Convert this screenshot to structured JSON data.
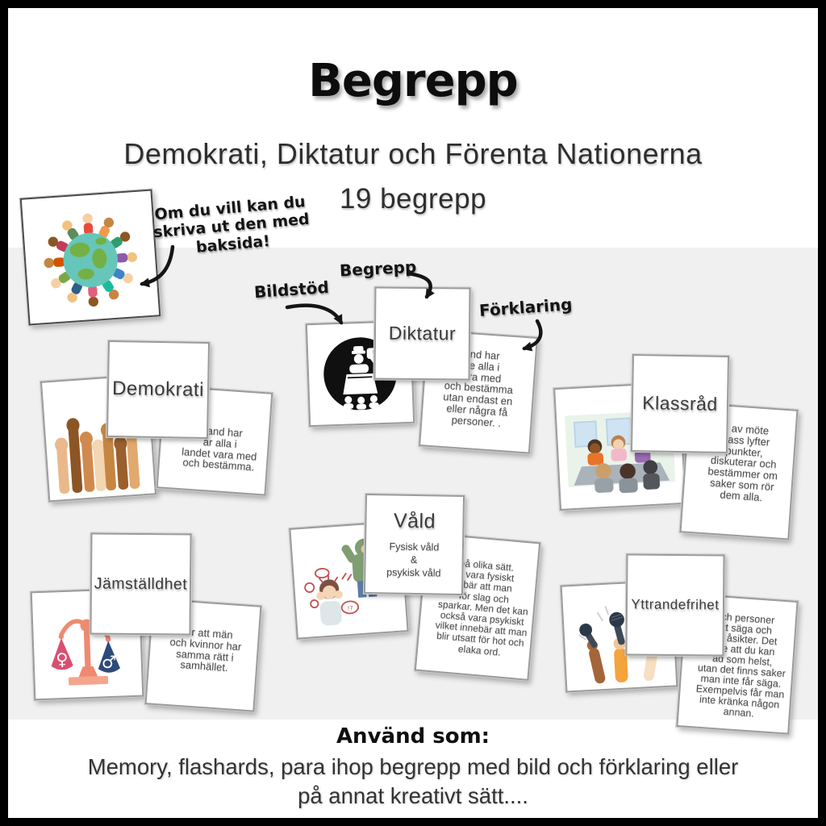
{
  "page": {
    "title": "Begrepp",
    "subtitle": "Demokrati, Diktatur och Förenta Nationerna",
    "count": "19 begrepp"
  },
  "note": {
    "text": "Om du vill kan du\nskriva ut den med\nbaksida!"
  },
  "labels": {
    "bildstod": "Bildstöd",
    "begrepp": "Begrepp",
    "forklaring": "Förklaring"
  },
  "cards": {
    "demokrati": {
      "term": "Demokrati",
      "explanation": "t land har\når alla i\nlandet vara med\noch bestämma.",
      "illustration": "raised-hands"
    },
    "diktatur": {
      "term": "Diktatur",
      "explanation": "land har\nnte alla i\nvara med\noch bestämma\nutan endast en\neller några få\npersoner. .",
      "illustration": "dictator-podium"
    },
    "klassrad": {
      "term": "Klassråd",
      "explanation": "p av möte\nklass lyfter\npunkter,\ndiskuterar och\nbestämmer om\nsaker som rör\ndem alla.",
      "illustration": "classroom-meeting"
    },
    "vald": {
      "term": "Våld",
      "subterm": "Fysisk våld\n&\npsykisk våld",
      "explanation": "på olika sätt.\na vara fysiskt\nebär att man\nför slag och\nsparkar. Men det kan\nockså vara psykiskt\nvilket innebär att man\nblir utsatt för hot och\nelaka ord.",
      "illustration": "threat-and-victim"
    },
    "jamstalldhet": {
      "term": "Jämställdhet",
      "explanation": "bär att män\noch kvinnor har\nsamma rätt i\nsamhället.",
      "illustration": "gender-equality-scale"
    },
    "yttrandefrihet": {
      "term": "Yttrandefrihet",
      "explanation": "och personer\natt säga och\nina åsikter. Det\ninte att du kan\nad som helst,\nutan det finns saker\nman inte får säga.\nExempelvis får man\ninte kränka någon\nannan.",
      "illustration": "raised-microphones"
    }
  },
  "footer": {
    "heading": "Använd som:",
    "body": "Memory, flashards, para ihop begrepp med bild och förklaring eller\npå annat kreativt sätt...."
  },
  "colors": {
    "band": "#f0f0f0",
    "frame": "#000000",
    "female_pink": "#d94f70",
    "male_navy": "#2e4a7a",
    "scale_salmon": "#ef8a70",
    "hoodie_green": "#7f9e72"
  }
}
